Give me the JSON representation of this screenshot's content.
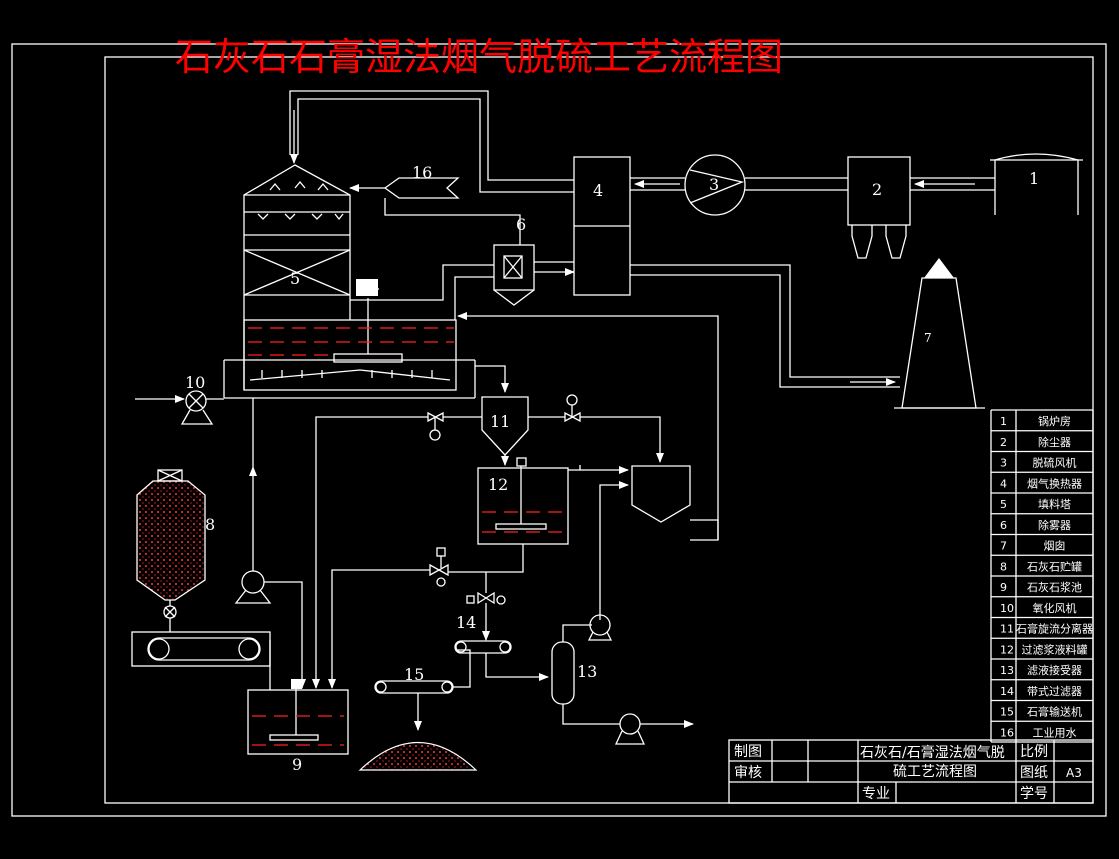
{
  "title": "石灰石石膏湿法烟气脱硫工艺流程图",
  "numbers": [
    "1",
    "2",
    "3",
    "4",
    "5",
    "6",
    "7",
    "8",
    "9",
    "10",
    "11",
    "12",
    "13",
    "14",
    "15",
    "16"
  ],
  "legend": [
    {
      "no": "1",
      "name": "锅炉房"
    },
    {
      "no": "2",
      "name": "除尘器"
    },
    {
      "no": "3",
      "name": "脱硫风机"
    },
    {
      "no": "4",
      "name": "烟气换热器"
    },
    {
      "no": "5",
      "name": "填料塔"
    },
    {
      "no": "6",
      "name": "除雾器"
    },
    {
      "no": "7",
      "name": "烟囱"
    },
    {
      "no": "8",
      "name": "石灰石贮罐"
    },
    {
      "no": "9",
      "name": "石灰石浆池"
    },
    {
      "no": "10",
      "name": "氧化风机"
    },
    {
      "no": "11",
      "name": "石膏旋流分离器"
    },
    {
      "no": "12",
      "name": "过滤浆液料罐"
    },
    {
      "no": "13",
      "name": "滤液接受器"
    },
    {
      "no": "14",
      "name": "带式过滤器"
    },
    {
      "no": "15",
      "name": "石膏输送机"
    },
    {
      "no": "16",
      "name": "工业用水"
    }
  ],
  "titleblock": {
    "drawn": "制图",
    "checked": "审核",
    "name_line1": "石灰石/石膏湿法烟气脱",
    "name_line2": "硫工艺流程图",
    "scale": "比例",
    "sheet": "图纸",
    "sheet_size": "A3",
    "major": "专业",
    "student_no": "学号"
  },
  "colors": {
    "background": "#000000",
    "lines": "#ffffff",
    "title": "#ff0000",
    "slurry": "#ff2020"
  }
}
